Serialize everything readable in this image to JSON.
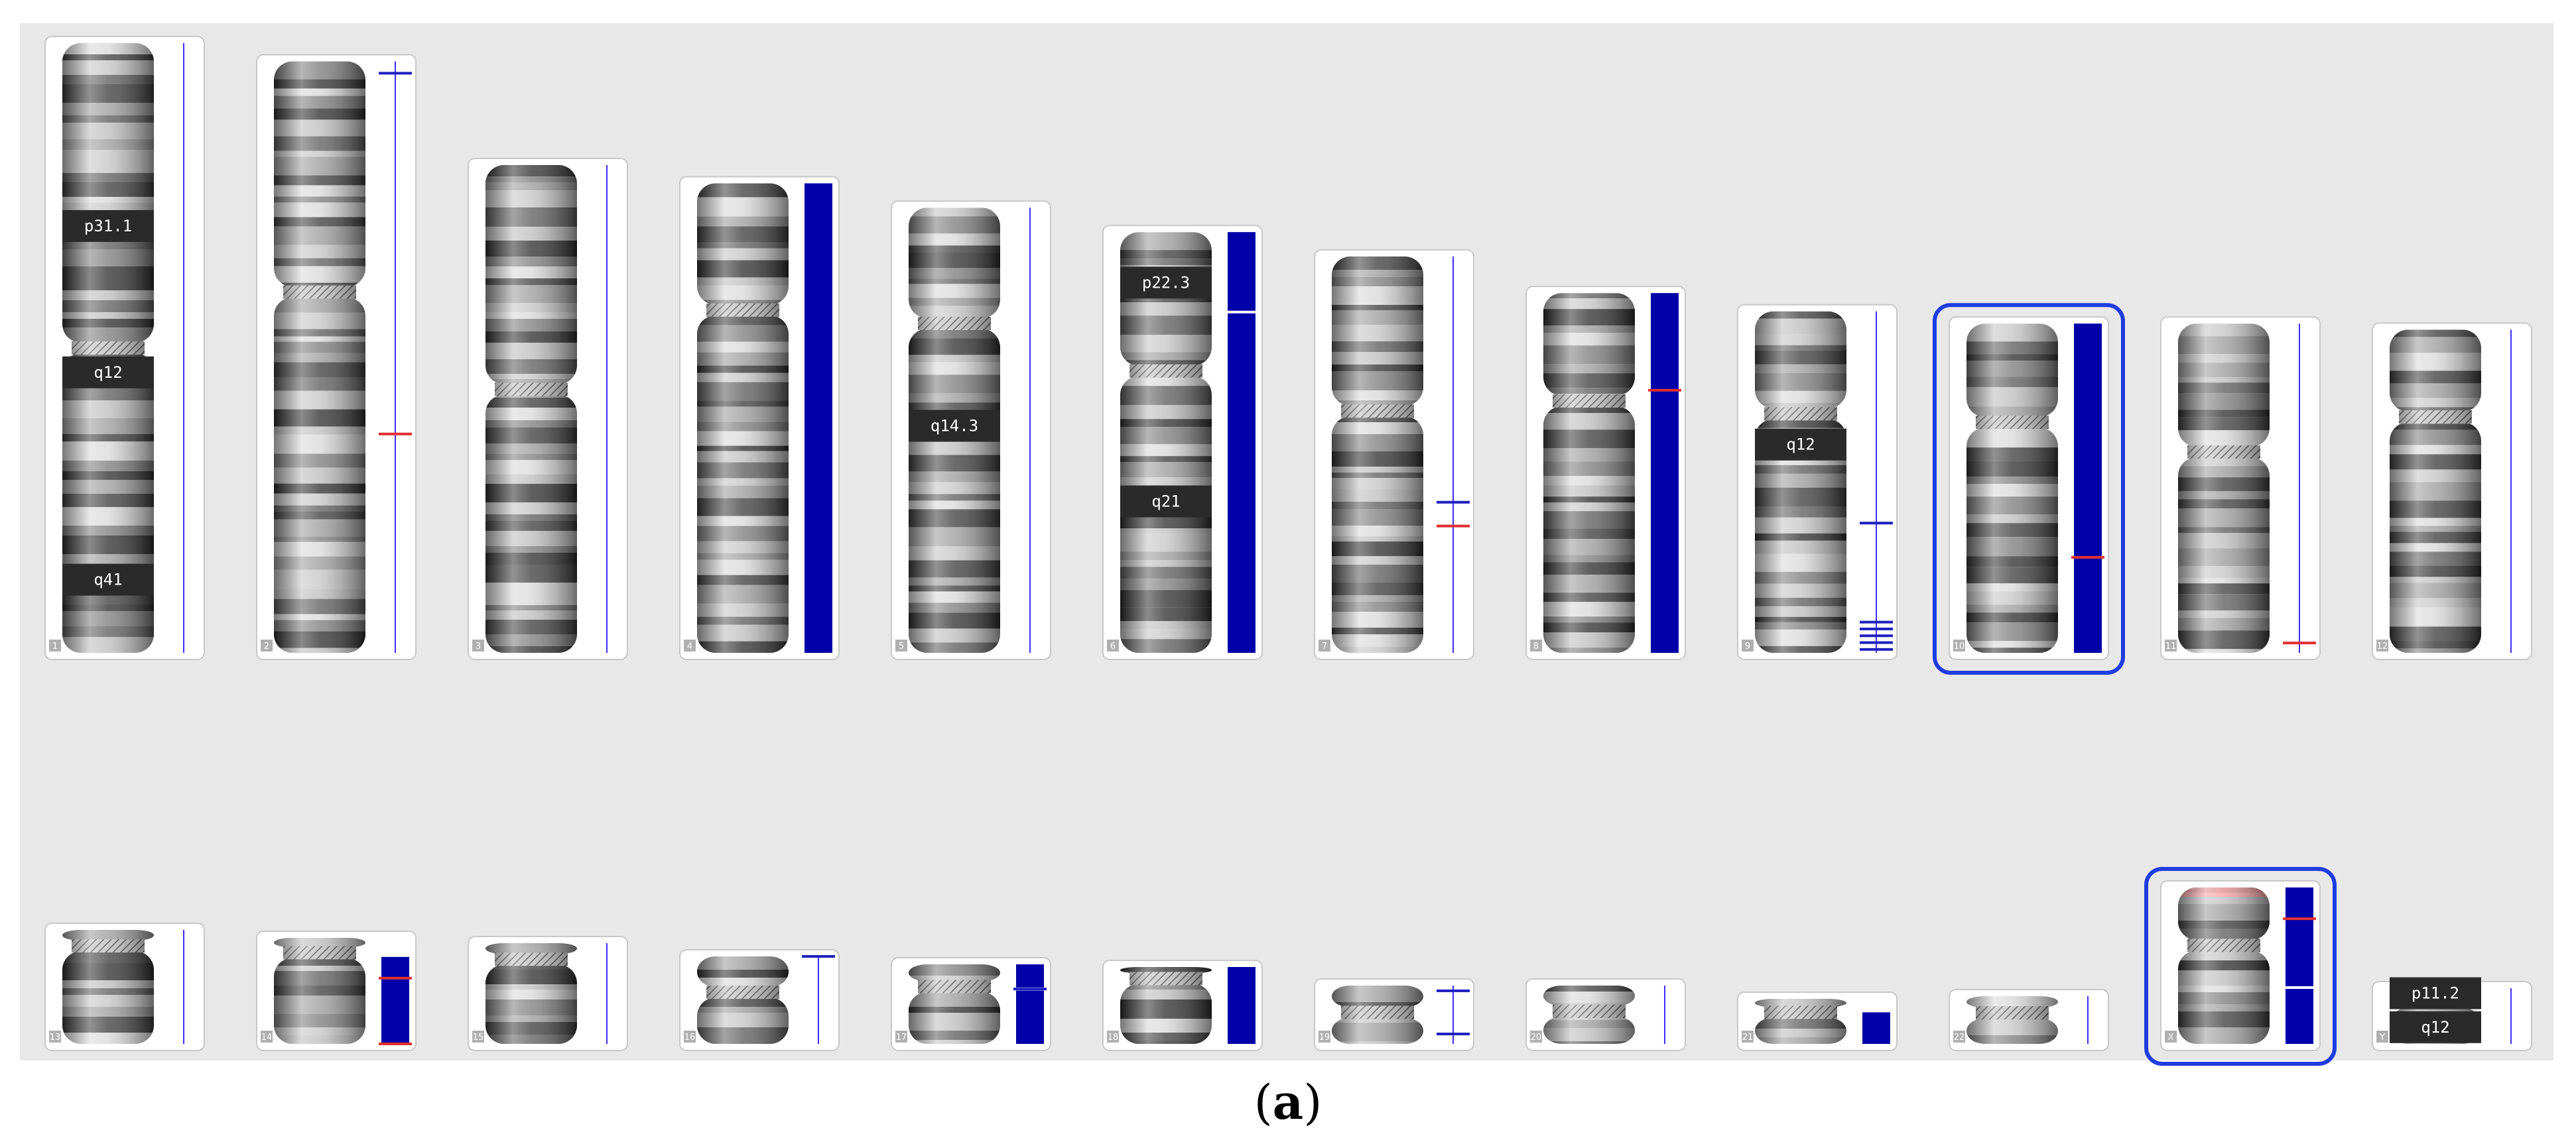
{
  "caption": {
    "open": "(",
    "letter": "a",
    "close": ")"
  },
  "colors": {
    "panel_background": "#e8e8e8",
    "card_border": "#c8c8c8",
    "highlight_border": "#1f3ce0",
    "track_fill": "#0000a8",
    "track_line": "#3b2fff",
    "red_marker": "#e03030",
    "blue_marker": "#2020c0"
  },
  "karyotype": {
    "chromosomes": [
      {
        "id": "1",
        "row": 1,
        "length": 1.0,
        "centromere": 0.5,
        "bands": [
          {
            "pos": 0.3,
            "name": "p31.1"
          },
          {
            "pos": 0.54,
            "name": "q12"
          },
          {
            "pos": 0.88,
            "name": "q41"
          }
        ],
        "track": {
          "type": "line",
          "markers": []
        },
        "highlighted": false
      },
      {
        "id": "2",
        "row": 1,
        "length": 0.97,
        "centromere": 0.39,
        "bands": [],
        "track": {
          "type": "line",
          "markers": [
            {
              "pos": 0.02,
              "color": "blue"
            },
            {
              "pos": 0.63,
              "color": "red"
            }
          ]
        },
        "highlighted": false
      },
      {
        "id": "3",
        "row": 1,
        "length": 0.8,
        "centromere": 0.46,
        "bands": [],
        "track": {
          "type": "line",
          "markers": []
        },
        "highlighted": false
      },
      {
        "id": "4",
        "row": 1,
        "length": 0.77,
        "centromere": 0.27,
        "bands": [],
        "track": {
          "type": "filled",
          "segments": [
            [
              0,
              1
            ]
          ],
          "markers": []
        },
        "highlighted": false
      },
      {
        "id": "5",
        "row": 1,
        "length": 0.73,
        "centromere": 0.26,
        "bands": [
          {
            "pos": 0.49,
            "name": "q14.3"
          }
        ],
        "track": {
          "type": "line",
          "markers": []
        },
        "highlighted": false
      },
      {
        "id": "6",
        "row": 1,
        "length": 0.69,
        "centromere": 0.33,
        "bands": [
          {
            "pos": 0.12,
            "name": "p22.3"
          },
          {
            "pos": 0.64,
            "name": "q21"
          }
        ],
        "track": {
          "type": "filled",
          "segments": [
            [
              0,
              1
            ]
          ],
          "markers": [
            {
              "pos": 0.19,
              "color": "white"
            }
          ]
        },
        "highlighted": false
      },
      {
        "id": "7",
        "row": 1,
        "length": 0.65,
        "centromere": 0.39,
        "bands": [],
        "track": {
          "type": "line",
          "markers": [
            {
              "pos": 0.62,
              "color": "blue"
            },
            {
              "pos": 0.68,
              "color": "red"
            }
          ]
        },
        "highlighted": false
      },
      {
        "id": "8",
        "row": 1,
        "length": 0.59,
        "centromere": 0.3,
        "bands": [],
        "track": {
          "type": "filled",
          "segments": [
            [
              0,
              1
            ]
          ],
          "markers": [
            {
              "pos": 0.27,
              "color": "red"
            }
          ]
        },
        "highlighted": false
      },
      {
        "id": "9",
        "row": 1,
        "length": 0.56,
        "centromere": 0.3,
        "bands": [
          {
            "pos": 0.39,
            "name": "q12"
          }
        ],
        "track": {
          "type": "line",
          "markers": [
            {
              "pos": 0.62,
              "color": "blue"
            },
            {
              "pos": 0.91,
              "color": "blue"
            },
            {
              "pos": 0.93,
              "color": "blue"
            },
            {
              "pos": 0.95,
              "color": "blue"
            },
            {
              "pos": 0.97,
              "color": "blue"
            },
            {
              "pos": 0.99,
              "color": "blue"
            }
          ]
        },
        "highlighted": false
      },
      {
        "id": "10",
        "row": 1,
        "length": 0.54,
        "centromere": 0.3,
        "bands": [],
        "track": {
          "type": "filled",
          "segments": [
            [
              0,
              1
            ]
          ],
          "markers": [
            {
              "pos": 0.71,
              "color": "red"
            }
          ]
        },
        "highlighted": true
      },
      {
        "id": "11",
        "row": 1,
        "length": 0.54,
        "centromere": 0.39,
        "bands": [],
        "track": {
          "type": "line",
          "markers": [
            {
              "pos": 0.97,
              "color": "red"
            }
          ]
        },
        "highlighted": false
      },
      {
        "id": "12",
        "row": 1,
        "length": 0.53,
        "centromere": 0.27,
        "bands": [],
        "track": {
          "type": "line",
          "markers": []
        },
        "highlighted": false
      },
      {
        "id": "13",
        "row": 2,
        "length": 0.43,
        "centromere": 0.14,
        "bands": [],
        "track": {
          "type": "line",
          "markers": []
        },
        "highlighted": false
      },
      {
        "id": "14",
        "row": 2,
        "length": 0.4,
        "centromere": 0.14,
        "bands": [],
        "track": {
          "type": "filled",
          "segments": [
            [
              0.18,
              1
            ]
          ],
          "markers": [
            {
              "pos": 0.38,
              "color": "red"
            },
            {
              "pos": 1.0,
              "color": "red"
            }
          ]
        },
        "highlighted": false
      },
      {
        "id": "15",
        "row": 2,
        "length": 0.38,
        "centromere": 0.16,
        "bands": [],
        "track": {
          "type": "line",
          "markers": []
        },
        "highlighted": false
      },
      {
        "id": "16",
        "row": 2,
        "length": 0.33,
        "centromere": 0.41,
        "bands": [],
        "track": {
          "type": "line",
          "markers": [
            {
              "pos": 0.0,
              "color": "blue"
            }
          ]
        },
        "highlighted": false
      },
      {
        "id": "17",
        "row": 2,
        "length": 0.3,
        "centromere": 0.28,
        "bands": [],
        "track": {
          "type": "filled",
          "segments": [
            [
              0,
              0.29
            ],
            [
              0.33,
              1
            ]
          ],
          "markers": [
            {
              "pos": 0.31,
              "color": "blue"
            }
          ]
        },
        "highlighted": false
      },
      {
        "id": "18",
        "row": 2,
        "length": 0.29,
        "centromere": 0.15,
        "bands": [],
        "track": {
          "type": "filled",
          "segments": [
            [
              0,
              1
            ]
          ],
          "markers": []
        },
        "highlighted": false
      },
      {
        "id": "19",
        "row": 2,
        "length": 0.22,
        "centromere": 0.46,
        "bands": [],
        "track": {
          "type": "line",
          "markers": [
            {
              "pos": 0.09,
              "color": "blue"
            },
            {
              "pos": 0.83,
              "color": "blue"
            }
          ]
        },
        "highlighted": false
      },
      {
        "id": "20",
        "row": 2,
        "length": 0.22,
        "centromere": 0.44,
        "bands": [],
        "track": {
          "type": "line",
          "markers": []
        },
        "highlighted": false
      },
      {
        "id": "21",
        "row": 2,
        "length": 0.17,
        "centromere": 0.3,
        "bands": [],
        "track": {
          "type": "filled",
          "segments": [
            [
              0.3,
              1
            ]
          ],
          "markers": []
        },
        "highlighted": false
      },
      {
        "id": "22",
        "row": 2,
        "length": 0.18,
        "centromere": 0.35,
        "bands": [],
        "track": {
          "type": "line",
          "markers": []
        },
        "highlighted": false
      },
      {
        "id": "X",
        "row": 2,
        "length": 0.59,
        "centromere": 0.37,
        "bands": [],
        "track": {
          "type": "filled",
          "segments": [
            [
              0,
              1
            ]
          ],
          "markers": [
            {
              "pos": 0.2,
              "color": "red"
            },
            {
              "pos": 0.64,
              "color": "white"
            }
          ]
        },
        "highlighted": true,
        "telomere_highlight": true
      },
      {
        "id": "Y",
        "row": 2,
        "length": 0.21,
        "centromere": 0.25,
        "bands": [
          {
            "pos": 0.09,
            "name": "p11.2"
          },
          {
            "pos": 0.7,
            "name": "q12"
          }
        ],
        "track": {
          "type": "line",
          "markers": []
        },
        "highlighted": false,
        "telomere_highlight": true
      }
    ]
  }
}
